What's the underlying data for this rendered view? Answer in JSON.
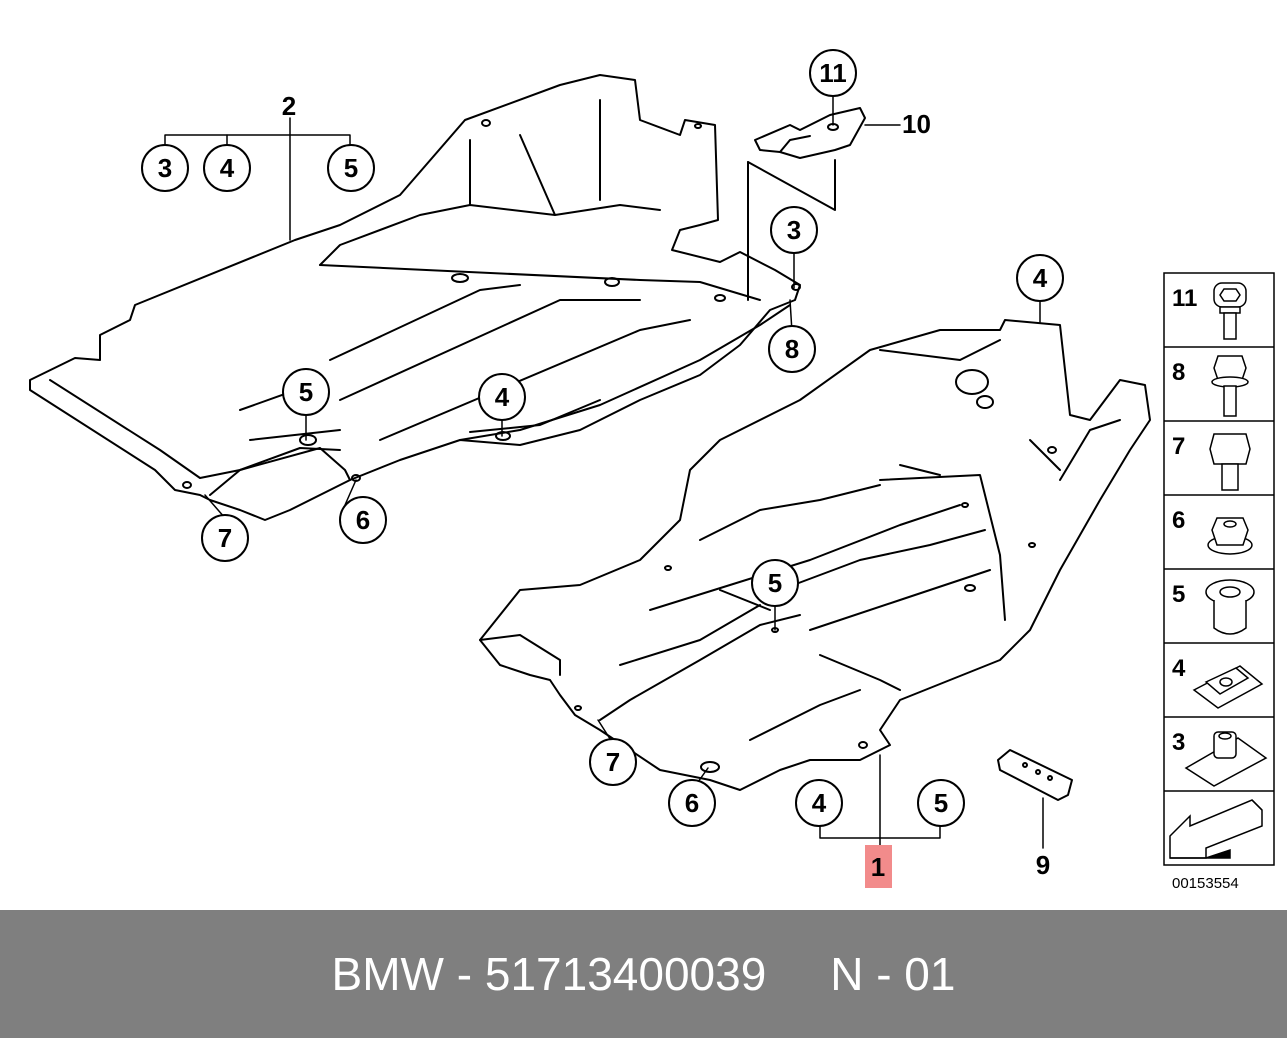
{
  "diagram": {
    "doc_number": "00153554",
    "callouts_upper": {
      "c2": "2",
      "c3a": "3",
      "c4a": "4",
      "c5a": "5",
      "c5b": "5",
      "c4b": "4",
      "c7a": "7",
      "c6a": "6",
      "c3b": "3",
      "c8": "8",
      "c11": "11",
      "c10": "10"
    },
    "callouts_lower": {
      "c4c": "4",
      "c5c": "5",
      "c7b": "7",
      "c6b": "6",
      "c4d": "4",
      "c5d": "5",
      "c1": "1",
      "c9": "9"
    },
    "legend": [
      "11",
      "8",
      "7",
      "6",
      "5",
      "4",
      "3"
    ],
    "highlight_color": "#f28b8b"
  },
  "footer": {
    "brand": "BMW",
    "sep1": " - ",
    "part_number": "51713400039",
    "gap": "     ",
    "code": "N - 01"
  }
}
